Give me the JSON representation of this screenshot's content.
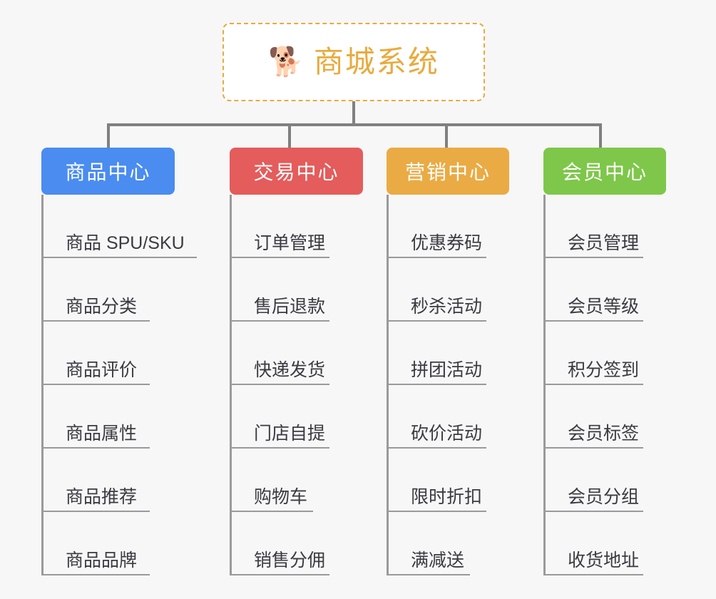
{
  "background_color": "#f7f7f7",
  "root": {
    "icon": "shiba-dog-face-emoji",
    "emoji": "🐕",
    "title": "商城系统",
    "text_color": "#e8ab3f",
    "border_color": "#eaaa3f",
    "fill_color": "#ffffff"
  },
  "connector_color": "#808080",
  "spine_color": "#9a9a9a",
  "leaf_text_color": "#3a3a42",
  "columns": [
    {
      "id": "product-center",
      "header": "商品中心",
      "color": "#4a8cf0",
      "items": [
        "商品 SPU/SKU",
        "商品分类",
        "商品评价",
        "商品属性",
        "商品推荐",
        "商品品牌"
      ]
    },
    {
      "id": "trade-center",
      "header": "交易中心",
      "color": "#e45c5c",
      "items": [
        "订单管理",
        "售后退款",
        "快递发货",
        "门店自提",
        "购物车",
        "销售分佣"
      ]
    },
    {
      "id": "marketing-center",
      "header": "营销中心",
      "color": "#eaab44",
      "items": [
        "优惠券码",
        "秒杀活动",
        "拼团活动",
        "砍价活动",
        "限时折扣",
        "满减送"
      ]
    },
    {
      "id": "member-center",
      "header": "会员中心",
      "color": "#7ec74a",
      "items": [
        "会员管理",
        "会员等级",
        "积分签到",
        "会员标签",
        "会员分组",
        "收货地址"
      ]
    }
  ]
}
